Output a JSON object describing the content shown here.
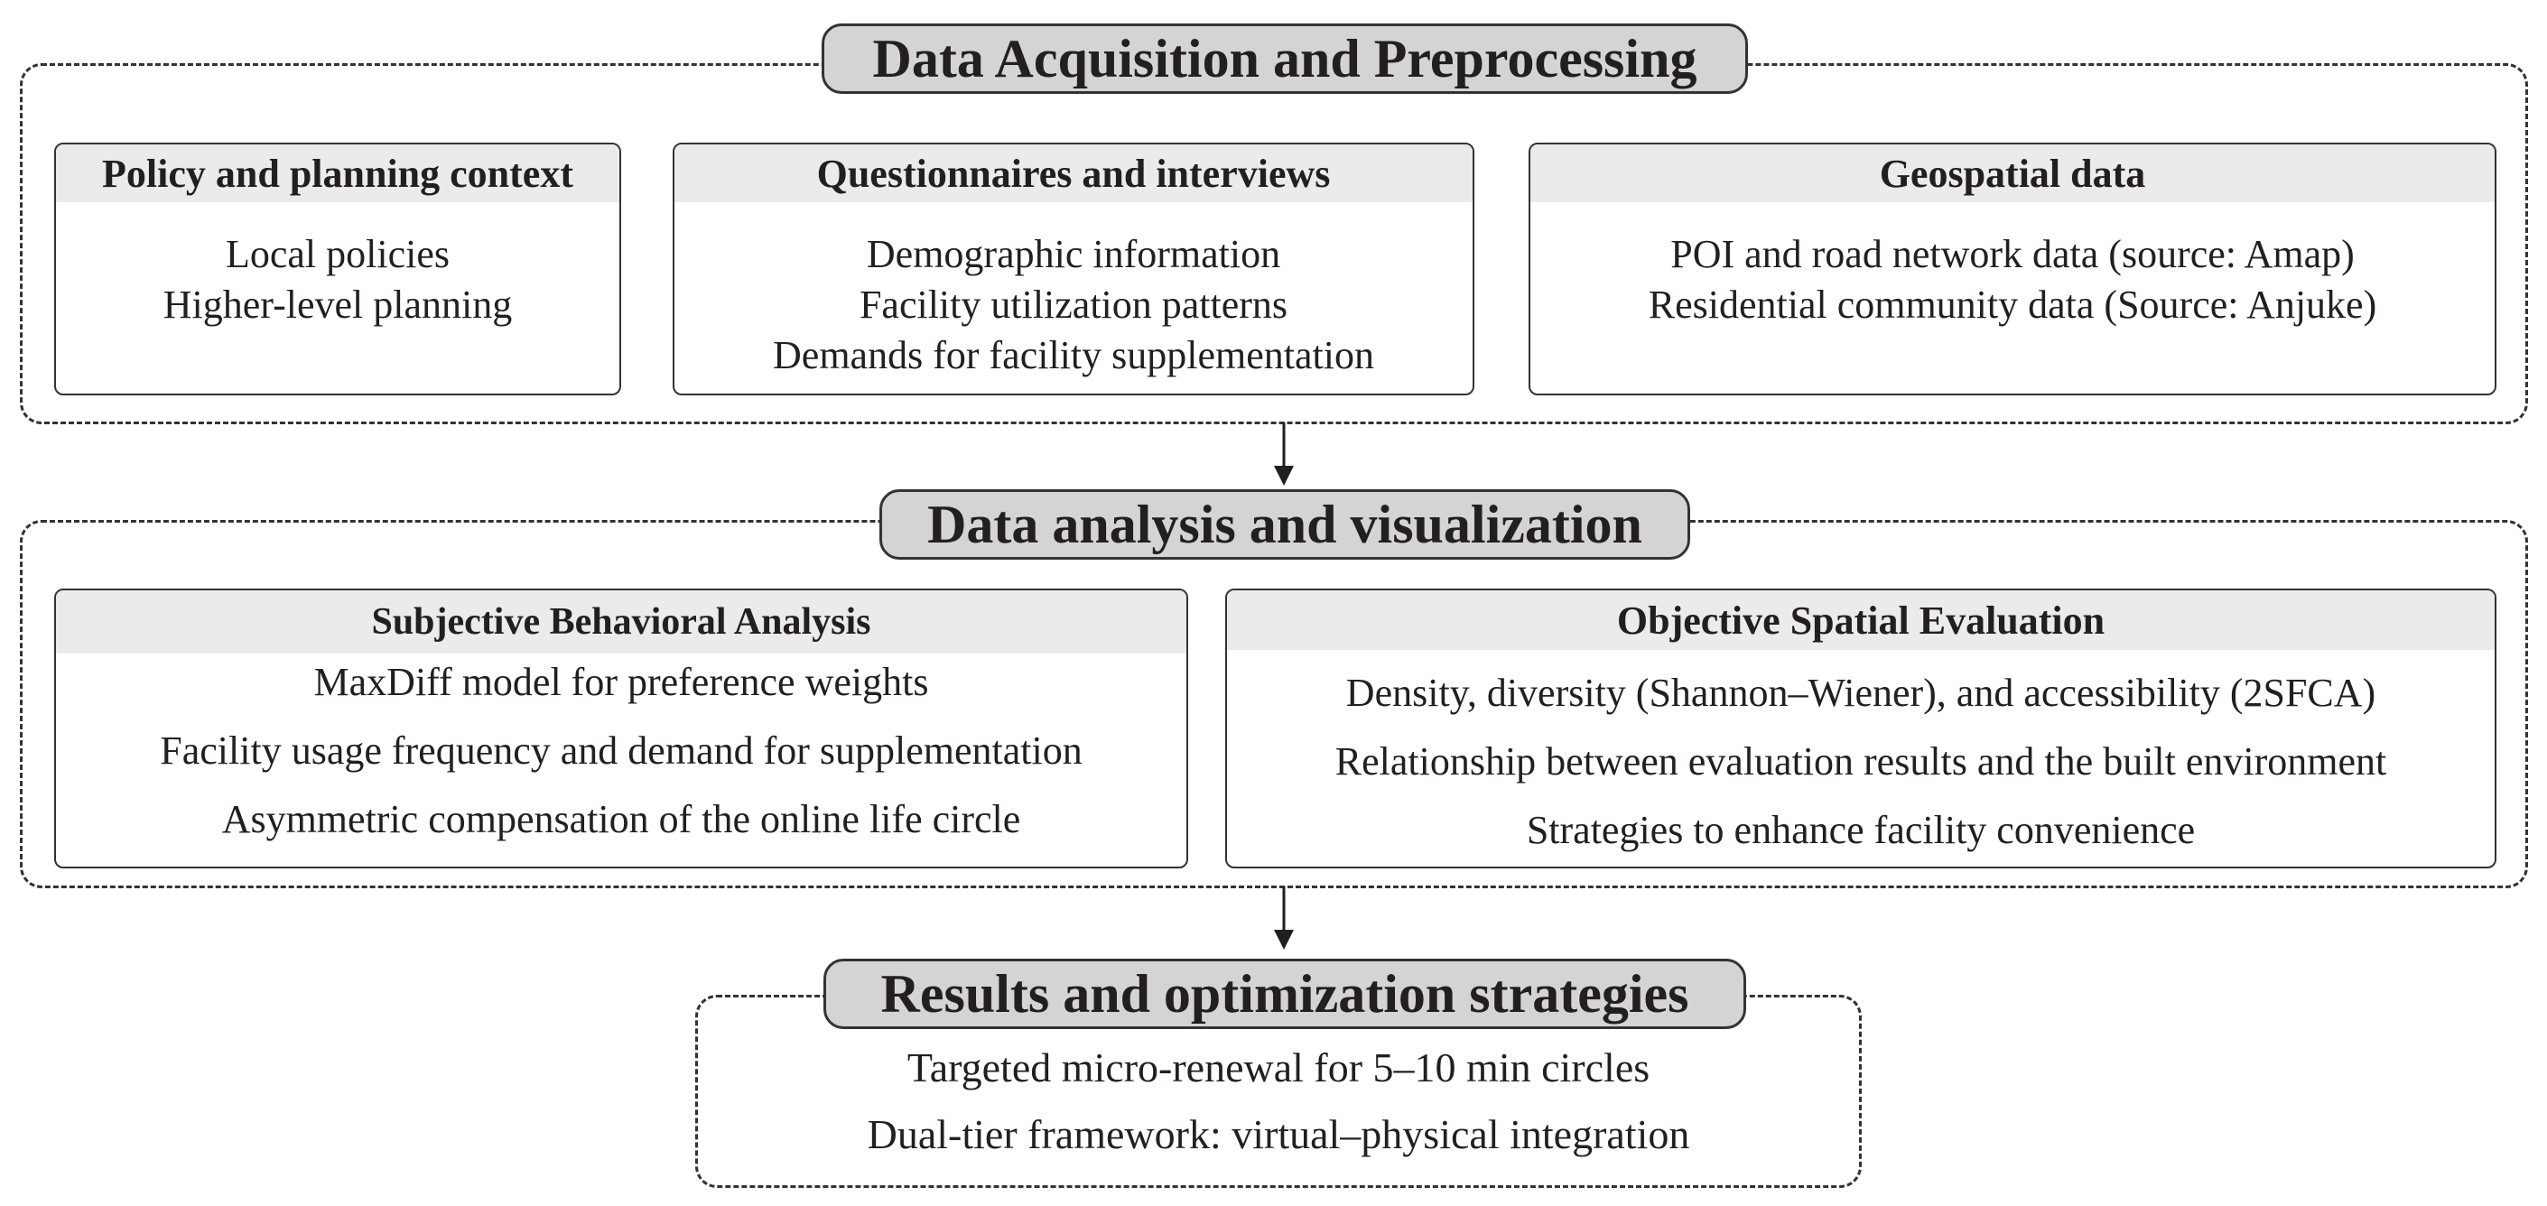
{
  "stages": [
    {
      "title": "Data Acquisition and Preprocessing",
      "cards": [
        {
          "heading": "Policy and planning context",
          "lines": [
            "Local policies",
            "Higher-level planning"
          ]
        },
        {
          "heading": "Questionnaires and interviews",
          "lines": [
            "Demographic information",
            "Facility utilization patterns",
            "Demands for facility supplementation"
          ]
        },
        {
          "heading": "Geospatial data",
          "lines": [
            "POI and road network data (source: Amap)",
            "Residential community data (Source: Anjuke)"
          ]
        }
      ]
    },
    {
      "title": "Data analysis and visualization",
      "cards": [
        {
          "heading": "Subjective Behavioral Analysis",
          "lines": [
            "MaxDiff model for preference weights",
            "Facility usage frequency and demand for supplementation",
            "Asymmetric compensation of the online life circle"
          ]
        },
        {
          "heading": "Objective Spatial Evaluation",
          "lines": [
            "Density, diversity (Shannon–Wiener), and accessibility (2SFCA)",
            "Relationship between evaluation results and the built environment",
            "Strategies to enhance facility convenience"
          ]
        }
      ]
    },
    {
      "title": "Results and optimization strategies",
      "lines": [
        "Targeted micro-renewal for 5–10 min circles",
        "Dual-tier framework: virtual–physical integration"
      ]
    }
  ]
}
